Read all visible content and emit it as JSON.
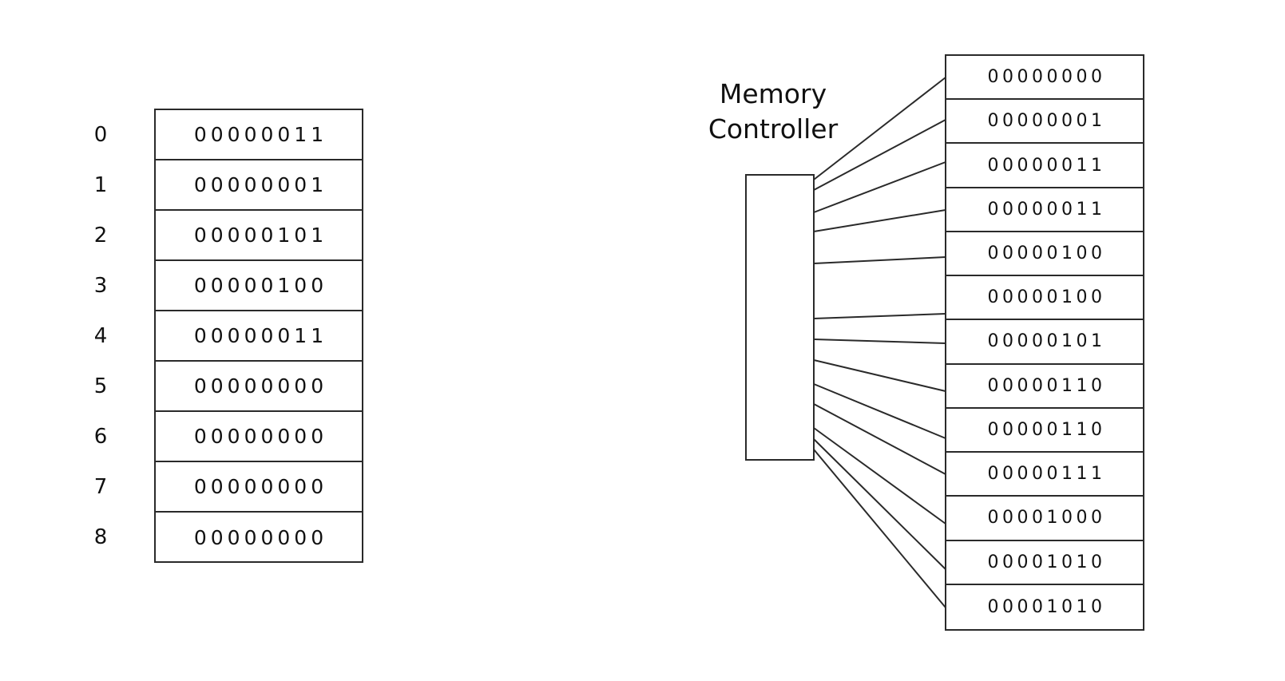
{
  "left_memory": {
    "cells": [
      {
        "index": "0",
        "value": "00000011"
      },
      {
        "index": "1",
        "value": "00000001"
      },
      {
        "index": "2",
        "value": "00000101"
      },
      {
        "index": "3",
        "value": "00000100"
      },
      {
        "index": "4",
        "value": "00000011"
      },
      {
        "index": "5",
        "value": "00000000"
      },
      {
        "index": "6",
        "value": "00000000"
      },
      {
        "index": "7",
        "value": "00000000"
      },
      {
        "index": "8",
        "value": "00000000"
      }
    ]
  },
  "controller": {
    "label_line1": "Memory",
    "label_line2": "Controller"
  },
  "right_memory": {
    "cells": [
      "00000000",
      "00000001",
      "00000011",
      "00000011",
      "00000100",
      "00000100",
      "00000101",
      "00000110",
      "00000110",
      "00000111",
      "00001000",
      "00001010",
      "00001010"
    ]
  },
  "colors": {
    "line": "#2a2a2a",
    "background": "#ffffff",
    "text": "#111111"
  }
}
